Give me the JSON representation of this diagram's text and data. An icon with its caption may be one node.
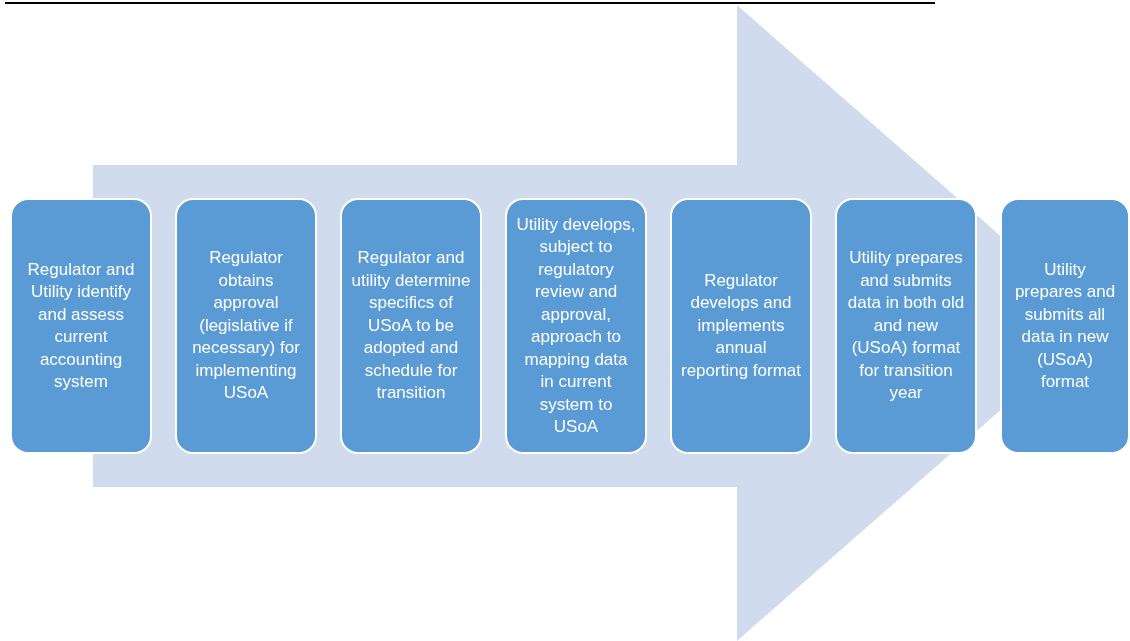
{
  "diagram": {
    "nodes": [
      {
        "text": [
          "Regulator and Utility identify and assess current accounting system"
        ]
      },
      {
        "text": [
          "Regulator obtains approval (legislative if necessary) for implementing USoA"
        ]
      },
      {
        "text": [
          "Regulator and utility determine specifics of USoA to be adopted and schedule for transition"
        ]
      },
      {
        "text": [
          "Utility develops, subject to regulatory review and approval, approach to mapping data in current system to USoA"
        ]
      },
      {
        "text": [
          "Regulator develops and implements annual reporting format"
        ]
      },
      {
        "text": [
          "Utility prepares and submits data in both old and new (USoA) format for transition year"
        ]
      },
      {
        "text": [
          "Utility prepares and submits all data in new (USoA) format"
        ]
      }
    ],
    "edges": [
      {
        "from": 0,
        "to": 6,
        "arrow": "to"
      }
    ]
  }
}
